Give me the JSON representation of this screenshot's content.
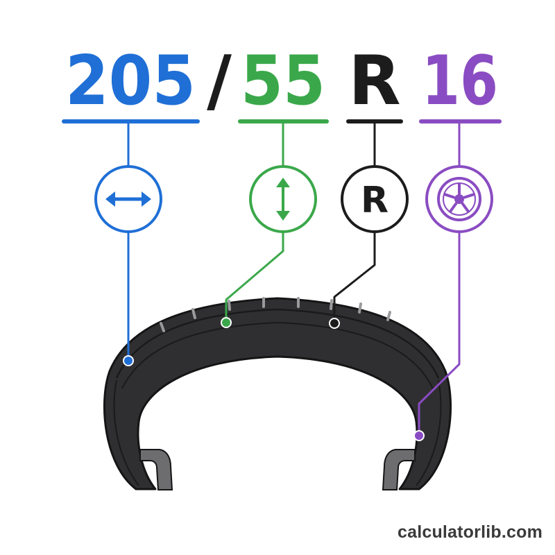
{
  "code": {
    "width": "205",
    "separator": "/",
    "aspect": "55",
    "construction": "R",
    "diameter": "16"
  },
  "icons": {
    "construction_letter": "R"
  },
  "colors": {
    "width": "#1f6fd6",
    "aspect": "#3aa84a",
    "construction": "#1c1c1c",
    "diameter": "#8a4cc2",
    "tire": "#2f2f31",
    "tire_edge": "#151516",
    "bead": "#6d6d70"
  },
  "footer": {
    "site": "calculatorlib.com"
  }
}
